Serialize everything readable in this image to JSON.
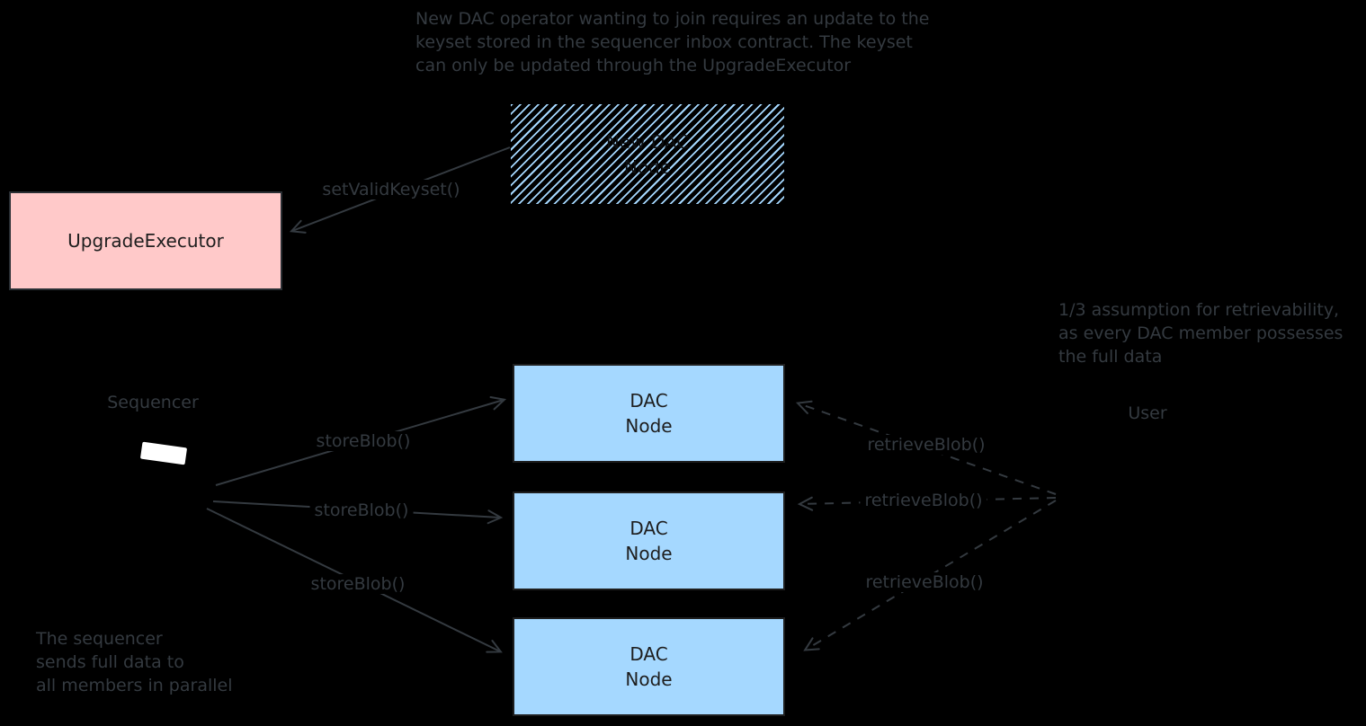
{
  "colors": {
    "background": "#000000",
    "node_blue": "#a5d8ff",
    "executor_pink": "#ffc9c9",
    "stroke_dark": "#343a40",
    "box_text": "#1e1e1e",
    "screen_white": "#ffffff"
  },
  "notes": {
    "top": "New DAC operator wanting to join requires an update to the\nkeyset stored in the sequencer inbox contract. The keyset\ncan only be updated through the UpgradeExecutor",
    "assumption": "1/3 assumption for retrievability,\nas every DAC member possesses\nthe full data",
    "parallel": "The sequencer\nsends full data to\nall members in parallel"
  },
  "actors": {
    "sequencer": "Sequencer",
    "user": "User"
  },
  "boxes": {
    "upgrade_executor": "UpgradeExecutor",
    "new_dac_node": "New DAC\nNode",
    "dac_node_1": "DAC\nNode",
    "dac_node_2": "DAC\nNode",
    "dac_node_3": "DAC\nNode"
  },
  "arrow_labels": {
    "set_valid_keyset": "setValidKeyset()",
    "store_blob_1": "storeBlob()",
    "store_blob_2": "storeBlob()",
    "store_blob_3": "storeBlob()",
    "retrieve_blob_1": "retrieveBlob()",
    "retrieve_blob_2": "retrieveBlob()",
    "retrieve_blob_3": "retrieveBlob()"
  }
}
